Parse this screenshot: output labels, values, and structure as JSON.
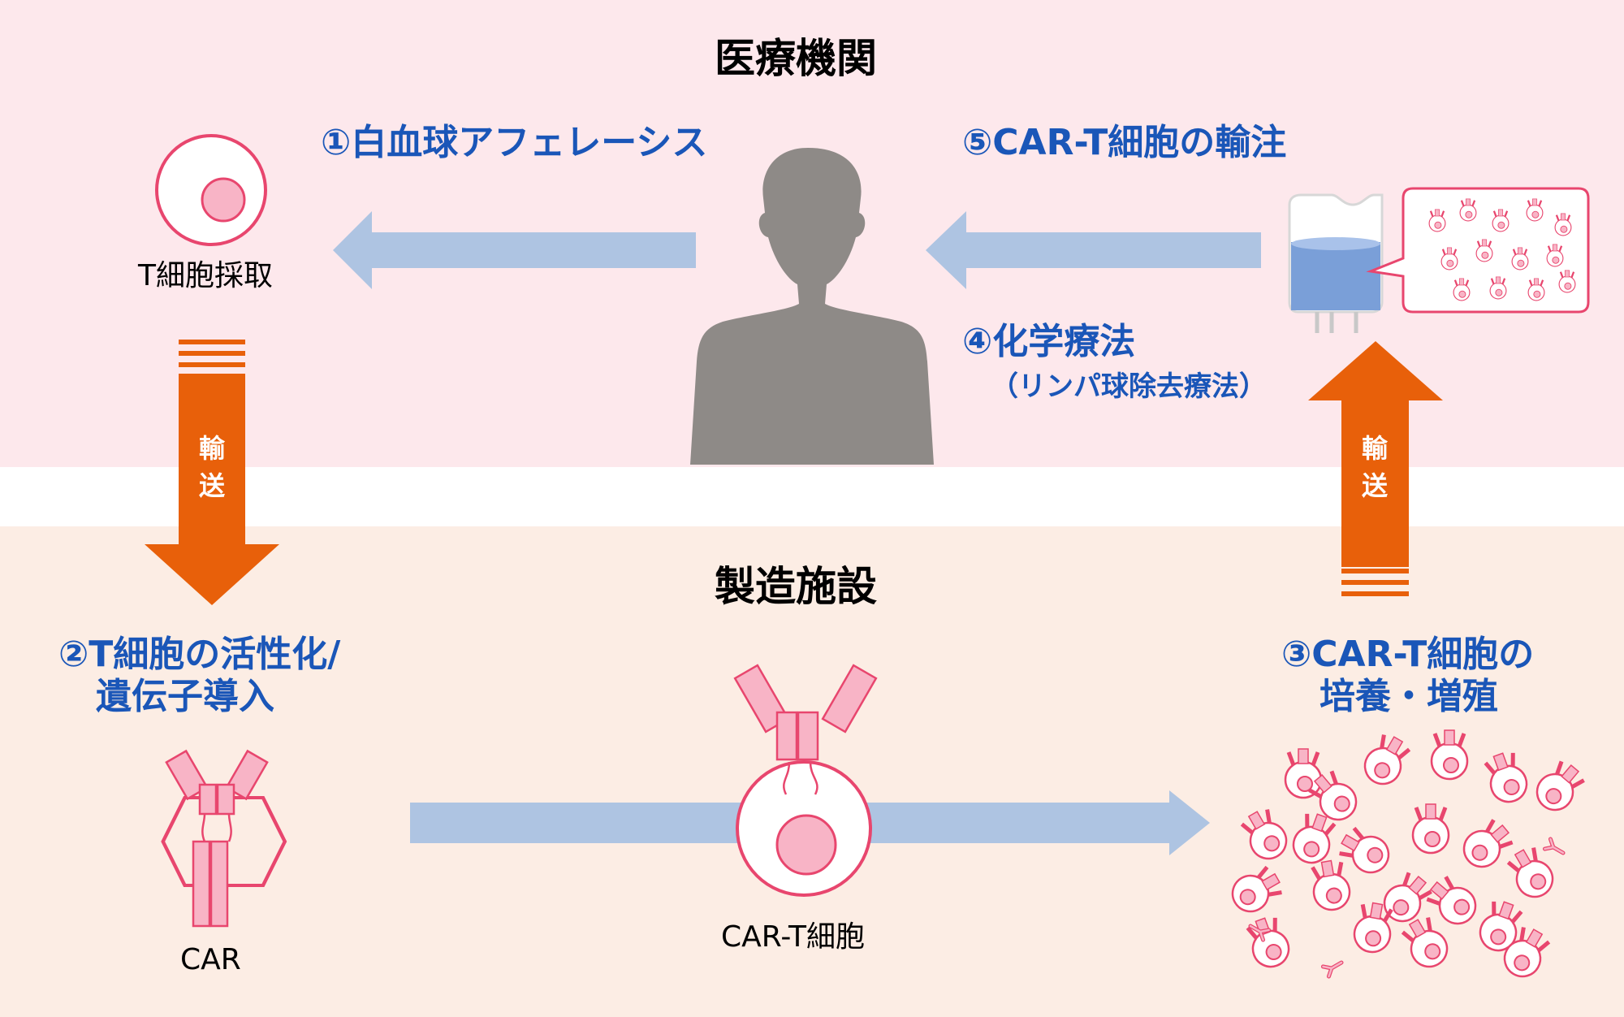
{
  "sections": {
    "medical": "医療機関",
    "manufacturing": "製造施設"
  },
  "steps": {
    "s1": "①白血球アフェレーシス",
    "s2_line1": "②T細胞の活性化/",
    "s2_line2": "遺伝子導入",
    "s3_line1": "③CAR-T細胞の",
    "s3_line2": "培養・増殖",
    "s4_line1": "④化学療法",
    "s4_line2": "（リンパ球除去療法）",
    "s5": "⑤CAR-T細胞の輸注"
  },
  "labels": {
    "tcell": "T細胞採取",
    "car": "CAR",
    "cart": "CAR-T細胞"
  },
  "transport": {
    "left": [
      "輸",
      "送"
    ],
    "right": [
      "輸",
      "送"
    ]
  },
  "colors": {
    "top_band": "#fde8ec",
    "bottom_band": "#fcede4",
    "blue_arrow": "#aec4e2",
    "orange_arrow": "#e8600a",
    "pink_stroke": "#e8466e",
    "pink_fill": "#f8b4c6",
    "person": "#8e8a87",
    "step_text": "#1a56b8"
  }
}
